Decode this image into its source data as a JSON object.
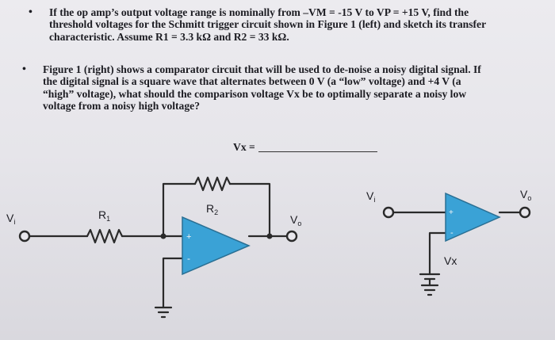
{
  "question1": {
    "bullet": "•",
    "lines": [
      "If the op amp’s output voltage range is nominally from –VM = -15 V to VP = +15 V, find the",
      "threshold voltages for the Schmitt trigger circuit shown in Figure 1 (left) and sketch its transfer",
      "characteristic.  Assume R1 = 3.3 kΩ and R2 = 33 kΩ."
    ]
  },
  "question2": {
    "bullet": "•",
    "lines": [
      "Figure 1 (right) shows a comparator circuit that will be used to de-noise a noisy digital signal.  If",
      "the digital signal is a square wave that alternates between 0 V (a “low” voltage) and +4 V (a",
      "“high” voltage), what should the comparison voltage Vx be to optimally separate a noisy low",
      "voltage from a noisy high voltage?"
    ]
  },
  "answer": {
    "label": "Vx ="
  },
  "left_circuit": {
    "vi": "V",
    "vi_sub": "i",
    "r1": "R",
    "r1_sub": "1",
    "r2": "R",
    "r2_sub": "2",
    "vo": "V",
    "vo_sub": "o",
    "plus": "+",
    "minus": "-"
  },
  "right_circuit": {
    "vi": "V",
    "vi_sub": "i",
    "vo": "V",
    "vo_sub": "o",
    "vx": "Vx",
    "plus": "+",
    "minus": "-"
  },
  "colors": {
    "opamp_fill": "#3aa2d6",
    "wire": "#2a2a2a"
  }
}
